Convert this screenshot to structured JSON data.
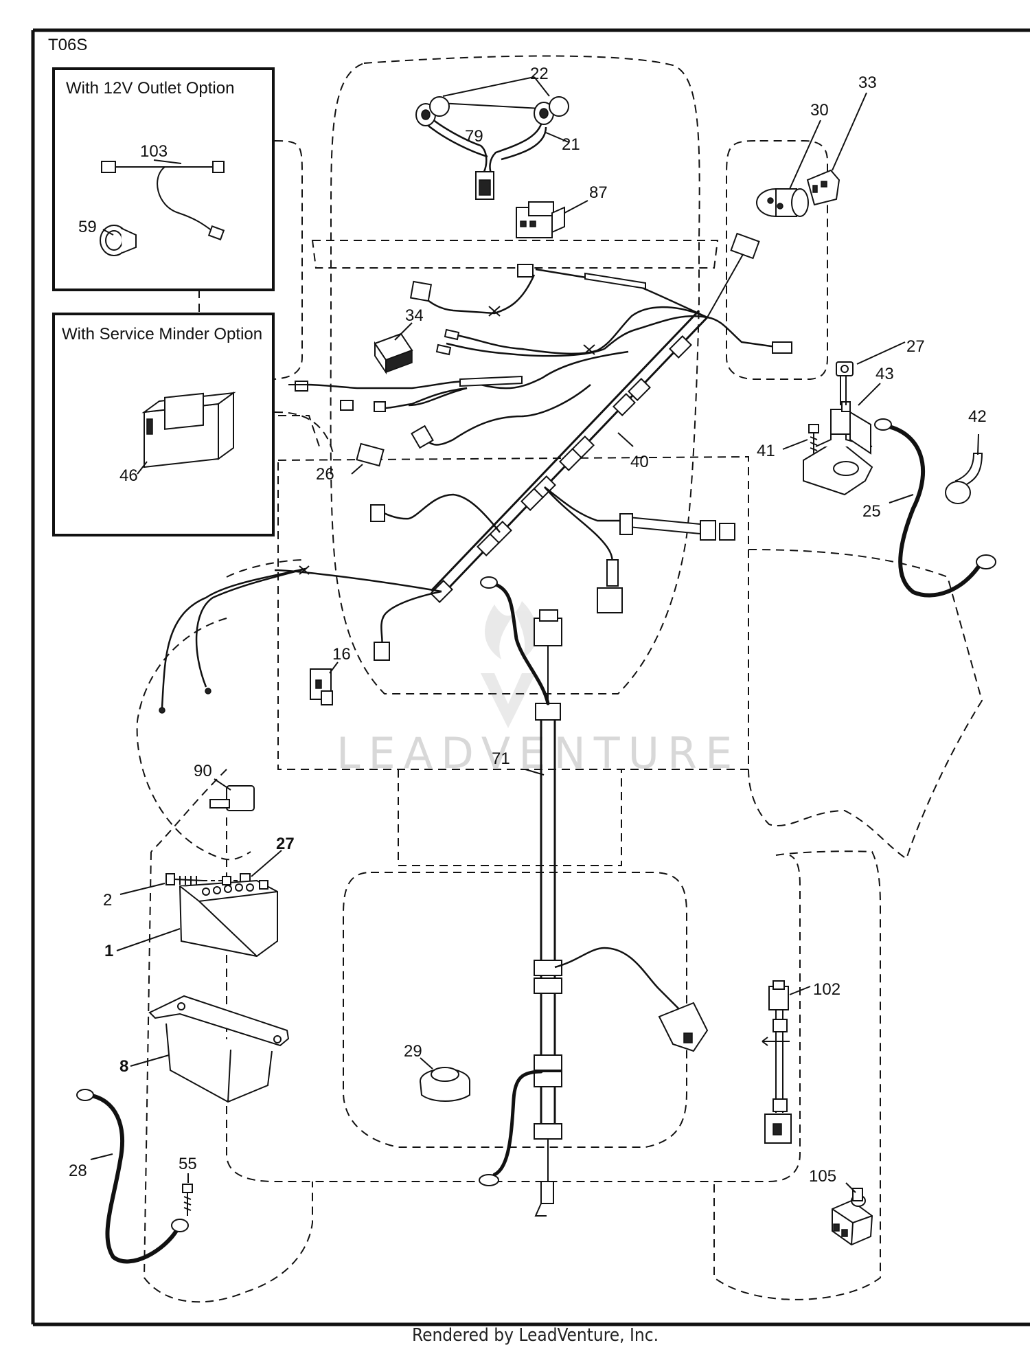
{
  "diagram": {
    "code": "T06S",
    "footer": "Rendered by LeadVenture, Inc.",
    "watermark": "LEADVENTURE",
    "option_boxes": [
      {
        "title": "With 12V Outlet Option"
      },
      {
        "title": "With Service Minder Option"
      }
    ],
    "parts": [
      {
        "id": "p22",
        "label": "22",
        "bold": false
      },
      {
        "id": "p79",
        "label": "79",
        "bold": false
      },
      {
        "id": "p21",
        "label": "21",
        "bold": false
      },
      {
        "id": "p87",
        "label": "87",
        "bold": false
      },
      {
        "id": "p30",
        "label": "30",
        "bold": false
      },
      {
        "id": "p33",
        "label": "33",
        "bold": false
      },
      {
        "id": "p103",
        "label": "103",
        "bold": false
      },
      {
        "id": "p59",
        "label": "59",
        "bold": false
      },
      {
        "id": "p34",
        "label": "34",
        "bold": false
      },
      {
        "id": "p46",
        "label": "46",
        "bold": false
      },
      {
        "id": "p26",
        "label": "26",
        "bold": false
      },
      {
        "id": "p40",
        "label": "40",
        "bold": false
      },
      {
        "id": "p27a",
        "label": "27",
        "bold": false
      },
      {
        "id": "p43",
        "label": "43",
        "bold": false
      },
      {
        "id": "p41",
        "label": "41",
        "bold": false
      },
      {
        "id": "p42",
        "label": "42",
        "bold": false
      },
      {
        "id": "p25",
        "label": "25",
        "bold": false
      },
      {
        "id": "p16",
        "label": "16",
        "bold": false
      },
      {
        "id": "p90",
        "label": "90",
        "bold": false
      },
      {
        "id": "p71",
        "label": "71",
        "bold": false
      },
      {
        "id": "p27b",
        "label": "27",
        "bold": true
      },
      {
        "id": "p2",
        "label": "2",
        "bold": false
      },
      {
        "id": "p1",
        "label": "1",
        "bold": true
      },
      {
        "id": "p8",
        "label": "8",
        "bold": true
      },
      {
        "id": "p29",
        "label": "29",
        "bold": false
      },
      {
        "id": "p102",
        "label": "102",
        "bold": false
      },
      {
        "id": "p28",
        "label": "28",
        "bold": false
      },
      {
        "id": "p55",
        "label": "55",
        "bold": false
      },
      {
        "id": "p105",
        "label": "105",
        "bold": false
      }
    ]
  }
}
